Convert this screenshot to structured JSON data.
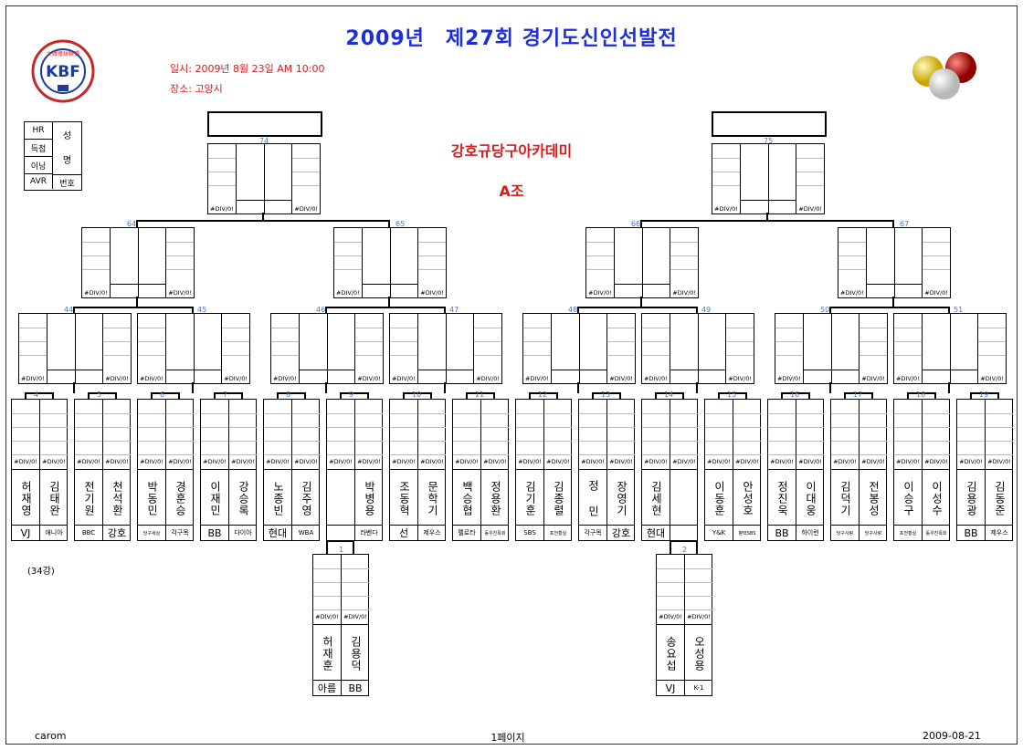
{
  "header": {
    "title": "2009년　제27회 경기도신인선발전",
    "date_line": "일시: 2009년 8월 23일 AM 10:00",
    "place_line": "장소: 고양시",
    "club": "강호규당구아카데미",
    "group": "A조",
    "logo_text": "KBF",
    "logo_caption": "KOREA BILLIARDS FEDERATION"
  },
  "legend": {
    "hr": "HR",
    "points": "득점",
    "innings": "이닝",
    "avr": "AVR",
    "name_top": "성",
    "name_bottom": "명",
    "number": "번호"
  },
  "error_value": "#DIV/0!",
  "round_label": "(34강)",
  "match_numbers": {
    "m74": "74",
    "m75": "75",
    "m64": "64",
    "m65": "65",
    "m66": "66",
    "m67": "67",
    "m44": "44",
    "m45": "45",
    "m46": "46",
    "m47": "47",
    "m48": "48",
    "m49": "49",
    "m50": "50",
    "m51": "51",
    "m4": "4",
    "m5": "5",
    "m6": "6",
    "m7": "7",
    "m8": "8",
    "m9": "9",
    "m10": "10",
    "m11": "11",
    "m12": "12",
    "m13": "13",
    "m14": "14",
    "m15": "15",
    "m16": "16",
    "m17": "17",
    "m18": "18",
    "m19": "19",
    "m1": "1",
    "m2": "2"
  },
  "players": [
    {
      "name": "허재영",
      "club": "VJ"
    },
    {
      "name": "김태완",
      "club": "애니아"
    },
    {
      "name": "전기원",
      "club": "BBC"
    },
    {
      "name": "천석환",
      "club": "강호"
    },
    {
      "name": "박동민",
      "club": "당구세상"
    },
    {
      "name": "경훈승",
      "club": "각구목"
    },
    {
      "name": "이재민",
      "club": "BB"
    },
    {
      "name": "강승록",
      "club": "다이아"
    },
    {
      "name": "노종빈",
      "club": "현대"
    },
    {
      "name": "김주영",
      "club": "WBA"
    },
    {
      "name": "",
      "club": ""
    },
    {
      "name": "박병용",
      "club": "라벤다"
    },
    {
      "name": "조동혁",
      "club": "선"
    },
    {
      "name": "문학기",
      "club": "제우스"
    },
    {
      "name": "백승협",
      "club": "펠로타"
    },
    {
      "name": "정용환",
      "club": "동우친목회"
    },
    {
      "name": "김기훈",
      "club": "SBS"
    },
    {
      "name": "김종렬",
      "club": "포천황실"
    },
    {
      "name": "정 민",
      "club": "각구목"
    },
    {
      "name": "장영기",
      "club": "강호"
    },
    {
      "name": "김세현",
      "club": "현대"
    },
    {
      "name": "",
      "club": ""
    },
    {
      "name": "이동훈",
      "club": "Y&K"
    },
    {
      "name": "안성호",
      "club": "평택SBS"
    },
    {
      "name": "정진욱",
      "club": "BB"
    },
    {
      "name": "이대웅",
      "club": "하이런"
    },
    {
      "name": "김덕기",
      "club": "당구사랑"
    },
    {
      "name": "전봉성",
      "club": "당구사랑"
    },
    {
      "name": "이승구",
      "club": "포천황실"
    },
    {
      "name": "이성수",
      "club": "동우친목회"
    },
    {
      "name": "김용광",
      "club": "BB"
    },
    {
      "name": "김동준",
      "club": "제우스"
    }
  ],
  "prelim_players": [
    {
      "name": "허재훈",
      "club": "아름"
    },
    {
      "name": "김용덕",
      "club": "BB"
    },
    {
      "name": "송요섭",
      "club": "VJ"
    },
    {
      "name": "오성용",
      "club": "K-1"
    }
  ],
  "footer": {
    "left": "carom",
    "center": "1페이지",
    "right": "2009-08-21"
  }
}
